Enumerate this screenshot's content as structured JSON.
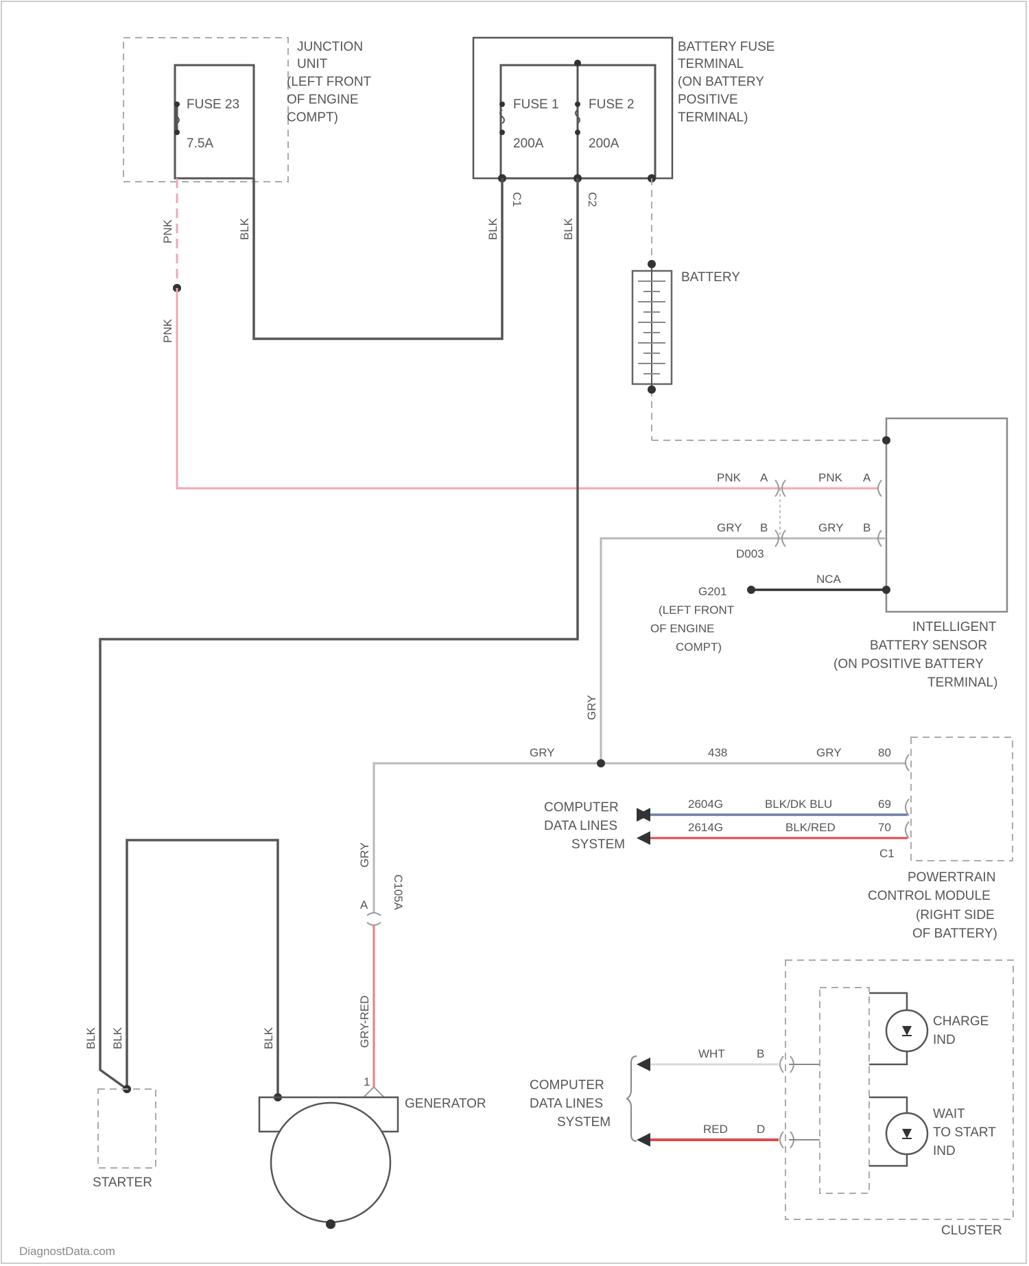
{
  "junction_unit": {
    "name_lines": [
      "JUNCTION",
      "UNIT",
      "(LEFT FRONT",
      "OF ENGINE",
      "COMPT)"
    ],
    "fuse_name": "FUSE 23",
    "fuse_rating": "7.5A"
  },
  "battery_fuse_terminal": {
    "name_lines": [
      "BATTERY FUSE",
      "TERMINAL",
      "(ON BATTERY",
      "POSITIVE",
      "TERMINAL)"
    ],
    "fuse1_name": "FUSE 1",
    "fuse1_rating": "200A",
    "fuse2_name": "FUSE 2",
    "fuse2_rating": "200A",
    "c1": "C1",
    "c2": "C2"
  },
  "battery": {
    "label": "BATTERY"
  },
  "wires": {
    "pnk_1": "PNK",
    "pnk_2": "PNK",
    "blk_1": "BLK",
    "blk_2": "BLK",
    "blk_3": "BLK",
    "gry_vertical": "GRY",
    "gry_h1": "GRY",
    "circuit_438": "438",
    "gry_h2": "GRY",
    "gry_lower": "GRY",
    "gry_red": "GRY-RED",
    "blk_starter_1": "BLK",
    "blk_starter_2": "BLK",
    "blk_gen": "BLK"
  },
  "ibs": {
    "name_lines": [
      "INTELLIGENT",
      "BATTERY SENSOR",
      "(ON POSITIVE BATTERY",
      "TERMINAL)"
    ],
    "pins": [
      {
        "color_left": "PNK",
        "pin_left": "A",
        "color_right": "PNK",
        "pin_right": "A"
      },
      {
        "color_left": "GRY",
        "pin_left": "B",
        "color_right": "GRY",
        "pin_right": "B"
      }
    ],
    "connector": "D003",
    "nca_label": "NCA",
    "ground": "G201",
    "ground_loc": [
      "(LEFT FRONT",
      "OF ENGINE",
      "COMPT)"
    ]
  },
  "pcm": {
    "name_lines": [
      "POWERTRAIN",
      "CONTROL MODULE",
      "(RIGHT SIDE",
      "OF BATTERY)"
    ],
    "pin_gry": "80",
    "pin_1": "69",
    "pin_2": "70",
    "connector": "C1",
    "circuit_1": "2604G",
    "circuit_2": "2614G",
    "color_1": "BLK/DK BLU",
    "color_2": "BLK/RED",
    "cdl_lines": [
      "COMPUTER",
      "DATA LINES",
      "SYSTEM"
    ]
  },
  "generator": {
    "label": "GENERATOR",
    "connector": "C105A",
    "pin_a": "A",
    "pin_b": "1"
  },
  "starter": {
    "label": "STARTER"
  },
  "cluster": {
    "label": "CLUSTER",
    "cdl_lines": [
      "COMPUTER",
      "DATA LINES",
      "SYSTEM"
    ],
    "wht_label": "WHT",
    "wht_pin": "B",
    "red_label": "RED",
    "red_pin": "D",
    "charge_lines": [
      "CHARGE",
      "IND"
    ],
    "wait_lines": [
      "WAIT",
      "TO START",
      "IND"
    ]
  },
  "watermark": "DiagnostData.com",
  "colors": {
    "pink_wire": "#f4a6b4",
    "black_wire": "#555555",
    "gray_wire": "#b8b8b8",
    "blue_wire": "#6f7fa5",
    "red_wire": "#e04848",
    "dashed": "#aaaaaa"
  }
}
